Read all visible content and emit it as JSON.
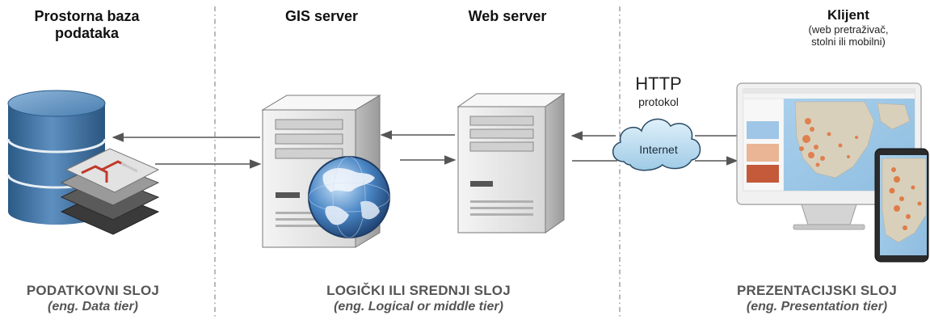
{
  "headers": {
    "database": [
      "Prostorna baza",
      "podataka"
    ],
    "gis_server": "GIS server",
    "web_server": "Web server",
    "client_title": "Klijent",
    "client_sub": [
      "(web pretraživač,",
      "stolni ili mobilni)"
    ]
  },
  "network": {
    "protocol_name": "HTTP",
    "protocol_word": "protokol",
    "cloud_label": "Internet"
  },
  "tiers": {
    "data": {
      "name": "PODATKOVNI SLOJ",
      "english": "(eng. Data tier)"
    },
    "logic": {
      "name": "LOGIČKI ILI SREDNJI SLOJ",
      "english": "(eng. Logical or middle tier)"
    },
    "presentation": {
      "name": "PREZENTACIJSKI SLOJ",
      "english": "(eng. Presentation tier)"
    }
  },
  "colors": {
    "database": "#3f6f9e",
    "server_body": "#e6e6e6",
    "globe": "#4a86c5",
    "cloud": "#b8dcef",
    "arrow": "#555555",
    "divider": "#8a8a8a",
    "map_marker": "#e0743c",
    "map_water": "#9ec7e8"
  },
  "icons": {
    "database": "database-icon",
    "layers": "map-layers-icon",
    "gis_server": "server-tower-icon",
    "globe": "globe-icon",
    "web_server": "server-tower-icon",
    "cloud": "internet-cloud-icon",
    "monitor": "desktop-monitor-icon",
    "tablet": "tablet-icon"
  }
}
